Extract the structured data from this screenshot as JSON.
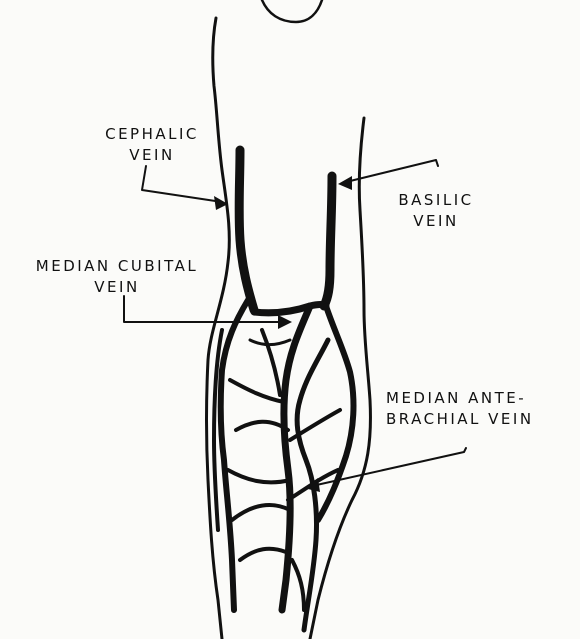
{
  "labels": {
    "cephalic": [
      "CEPHALIC",
      "VEIN"
    ],
    "basilic": [
      "BASILIC",
      "VEIN"
    ],
    "median_cubital": [
      "MEDIAN CUBITAL",
      "VEIN"
    ],
    "median_antebrachial": [
      "MEDIAN ANTE-",
      "BRACHIAL VEIN"
    ]
  },
  "colors": {
    "ink": "#111111",
    "paper": "#fbfbf9"
  }
}
